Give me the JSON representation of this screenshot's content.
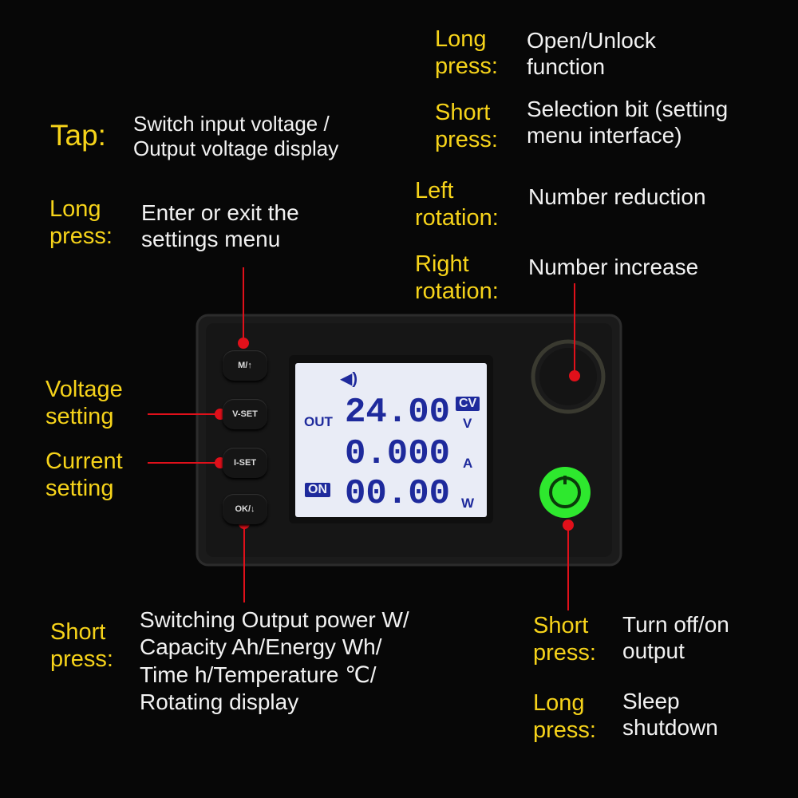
{
  "top_right": [
    {
      "key": "Long\npress:",
      "desc": "Open/Unlock\nfunction"
    },
    {
      "key": "Short\npress:",
      "desc": "Selection bit (setting\nmenu interface)"
    },
    {
      "key": "Left\nrotation:",
      "desc": "Number reduction"
    },
    {
      "key": "Right\nrotation:",
      "desc": "Number increase"
    }
  ],
  "tap": {
    "key": "Tap:",
    "desc": "Switch input voltage /\nOutput voltage display"
  },
  "m_button": {
    "key": "Long\npress:",
    "desc": "Enter or exit the\nsettings menu"
  },
  "voltage_setting": "Voltage\nsetting",
  "current_setting": "Current\nsetting",
  "ok_button": {
    "key": "Short\npress:",
    "desc": "Switching Output power W/\nCapacity Ah/Energy Wh/\nTime h/Temperature ℃/\nRotating display"
  },
  "power_button": [
    {
      "key": "Short\npress:",
      "desc": "Turn off/on\noutput"
    },
    {
      "key": "Long\npress:",
      "desc": "Sleep\nshutdown"
    }
  ],
  "device": {
    "buttons": [
      "M/↑",
      "V-SET",
      "I-SET",
      "OK/↓"
    ],
    "lcd": {
      "voltage": "24.00",
      "voltage_unit": "V",
      "mode": "CV",
      "current": "0.000",
      "current_unit": "A",
      "power": "00.00",
      "power_unit": "W",
      "out_label": "OUT",
      "on_badge": "ON",
      "icon": "speaker-icon"
    }
  },
  "colors": {
    "label": "#f6d31a",
    "text": "#f2f2f2",
    "callout": "#e0101a",
    "lcd_digits": "#1e2a9c",
    "power_button": "#2ee82e"
  }
}
